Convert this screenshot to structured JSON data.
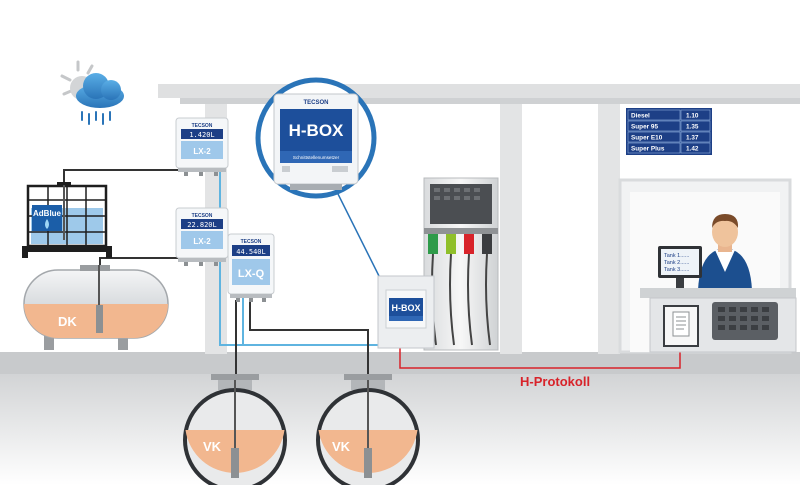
{
  "devices": {
    "brand": "TECSON",
    "lx2_top": {
      "reading": "1.420L",
      "model": "LX-2"
    },
    "lx2_bottom": {
      "reading": "22.820L",
      "model": "LX-2"
    },
    "lxq": {
      "reading": "44.540L",
      "model": "LX-Q"
    },
    "hbox_zoom": {
      "title": "H-BOX",
      "subtitle": "Schnittstellenumsetzer"
    },
    "hbox_small": {
      "title": "H-BOX"
    }
  },
  "tanks": {
    "adblue": "AdBlue",
    "dk": "DK",
    "vk_left": "VK",
    "vk_right": "VK"
  },
  "price_board": [
    {
      "fuel": "Diesel",
      "price": "1.10"
    },
    {
      "fuel": "Super 95",
      "price": "1.35"
    },
    {
      "fuel": "Super E10",
      "price": "1.37"
    },
    {
      "fuel": "Super Plus",
      "price": "1.42"
    }
  ],
  "monitor": {
    "lines": [
      "Tank 1......",
      "Tank 2......",
      "Tank 3......"
    ]
  },
  "protocol_label": "H-Protokoll",
  "colors": {
    "fuel_fill": "#f2b78f",
    "device_blue": "#2a74b8",
    "protocol_red": "#d8232a",
    "cable_blue": "#5fb4e0",
    "board_navy": "#1d3f86"
  }
}
